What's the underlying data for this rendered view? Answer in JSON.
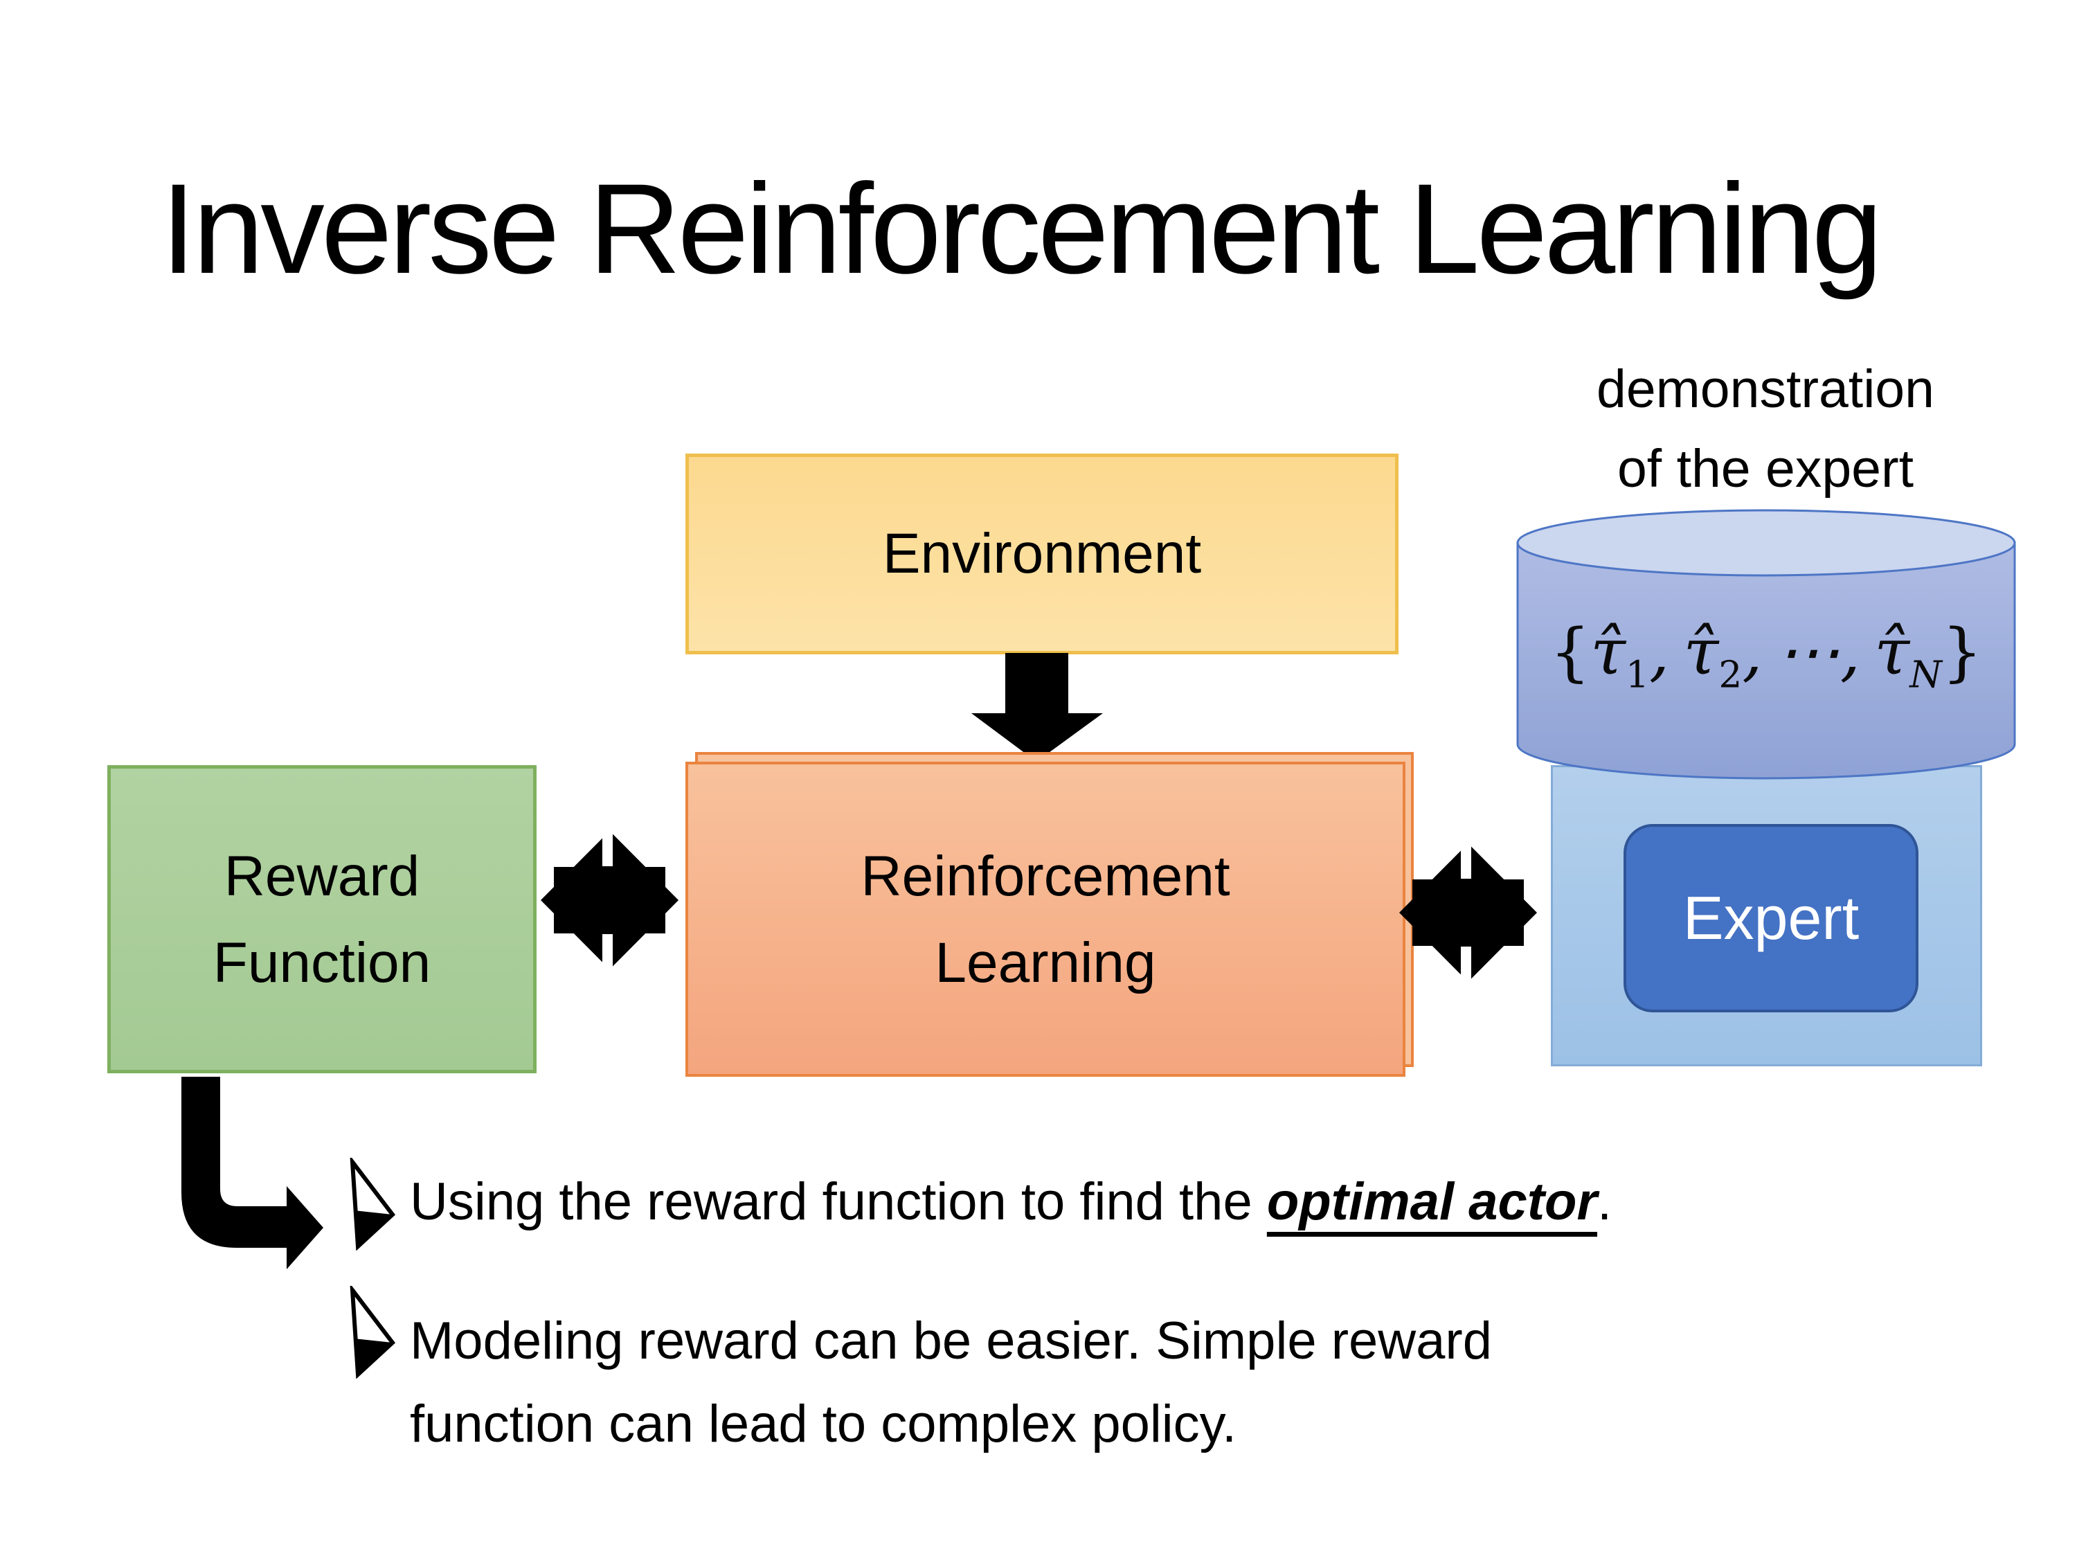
{
  "slide": {
    "title": "Inverse Reinforcement Learning"
  },
  "colors": {
    "env-fill-top": "#FCD98F",
    "env-fill-bottom": "#FDE3A9",
    "env-border": "#EFBF4D",
    "reward-fill-top": "#B1D2A2",
    "reward-fill-bottom": "#A4CA93",
    "reward-border": "#7EB05E",
    "rl-fill-top": "#F8C29C",
    "rl-fill-bottom": "#F4A57E",
    "rl-border": "#EA8440",
    "expert-panel-fill-top": "#B3CFEC",
    "expert-panel-fill-bottom": "#9CC1E6",
    "expert-panel-border": "#85ACD7",
    "expert-fill": "#4472C4",
    "expert-border": "#2F5597",
    "expert-text": "#FFFFFF",
    "cylinder-top-fill": "#CBD6EF",
    "cylinder-body-light": "#AFBCE4",
    "cylinder-body-dark": "#8FA2D5",
    "cylinder-border": "#4E76C5",
    "arrow-black": "#000000"
  },
  "diagram": {
    "environment_box": {
      "label": "Environment"
    },
    "reward_box": {
      "line1": "Reward",
      "line2": "Function"
    },
    "rl_box": {
      "line1": "Reinforcement",
      "line2": "Learning"
    },
    "expert_panel": {
      "box_label": "Expert"
    },
    "demonstration_caption": {
      "line1": "demonstration",
      "line2": "of the expert"
    },
    "cylinder_formula": {
      "open_brace": "{",
      "tau1": "τ̂",
      "sub1": "1",
      "comma1": ",",
      "tau2": "τ̂",
      "sub2": "2",
      "comma2": ",",
      "dots": "⋯",
      "comma3": ",",
      "tauN": "τ̂",
      "subN": "N",
      "close_brace": "}"
    }
  },
  "bullets": {
    "item1": {
      "before": "Using the reward function to find the ",
      "emphasis": "optimal actor",
      "after": "."
    },
    "item2": {
      "line1": "Modeling reward can be easier. Simple reward",
      "line2": "function can lead to complex policy."
    }
  }
}
